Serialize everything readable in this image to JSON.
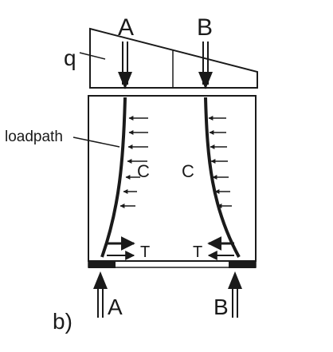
{
  "labels": {
    "load": "q",
    "support_a_top": "A",
    "support_b_top": "B",
    "loadpath": "loadpath",
    "compression_left": "C",
    "compression_right": "C",
    "tension_left": "T",
    "tension_right": "T",
    "support_a_bottom": "A",
    "support_b_bottom": "B",
    "panel": "b)"
  },
  "colors": {
    "ink": "#1a1a1a",
    "background": "#ffffff"
  }
}
